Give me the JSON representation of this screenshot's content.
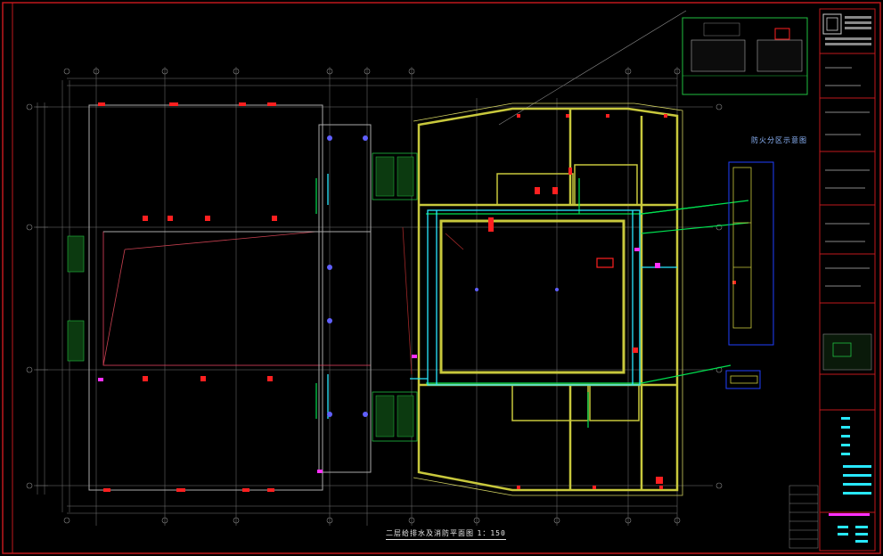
{
  "drawing": {
    "title": "二层给排水及消防平面图",
    "scale": "1：150",
    "key_plan_label": "防火分区示意图"
  },
  "colors": {
    "background": "#000000",
    "frame": "#c0181c",
    "wall": "#c8c83c",
    "grid": "#8a8a8a",
    "water_pipe": "#00e050",
    "fire_pipe": "#28e8ff",
    "fixture": "#ff2020",
    "stair": "#20c040",
    "highlight": "#ff30ff",
    "zone": "#2040ff"
  }
}
